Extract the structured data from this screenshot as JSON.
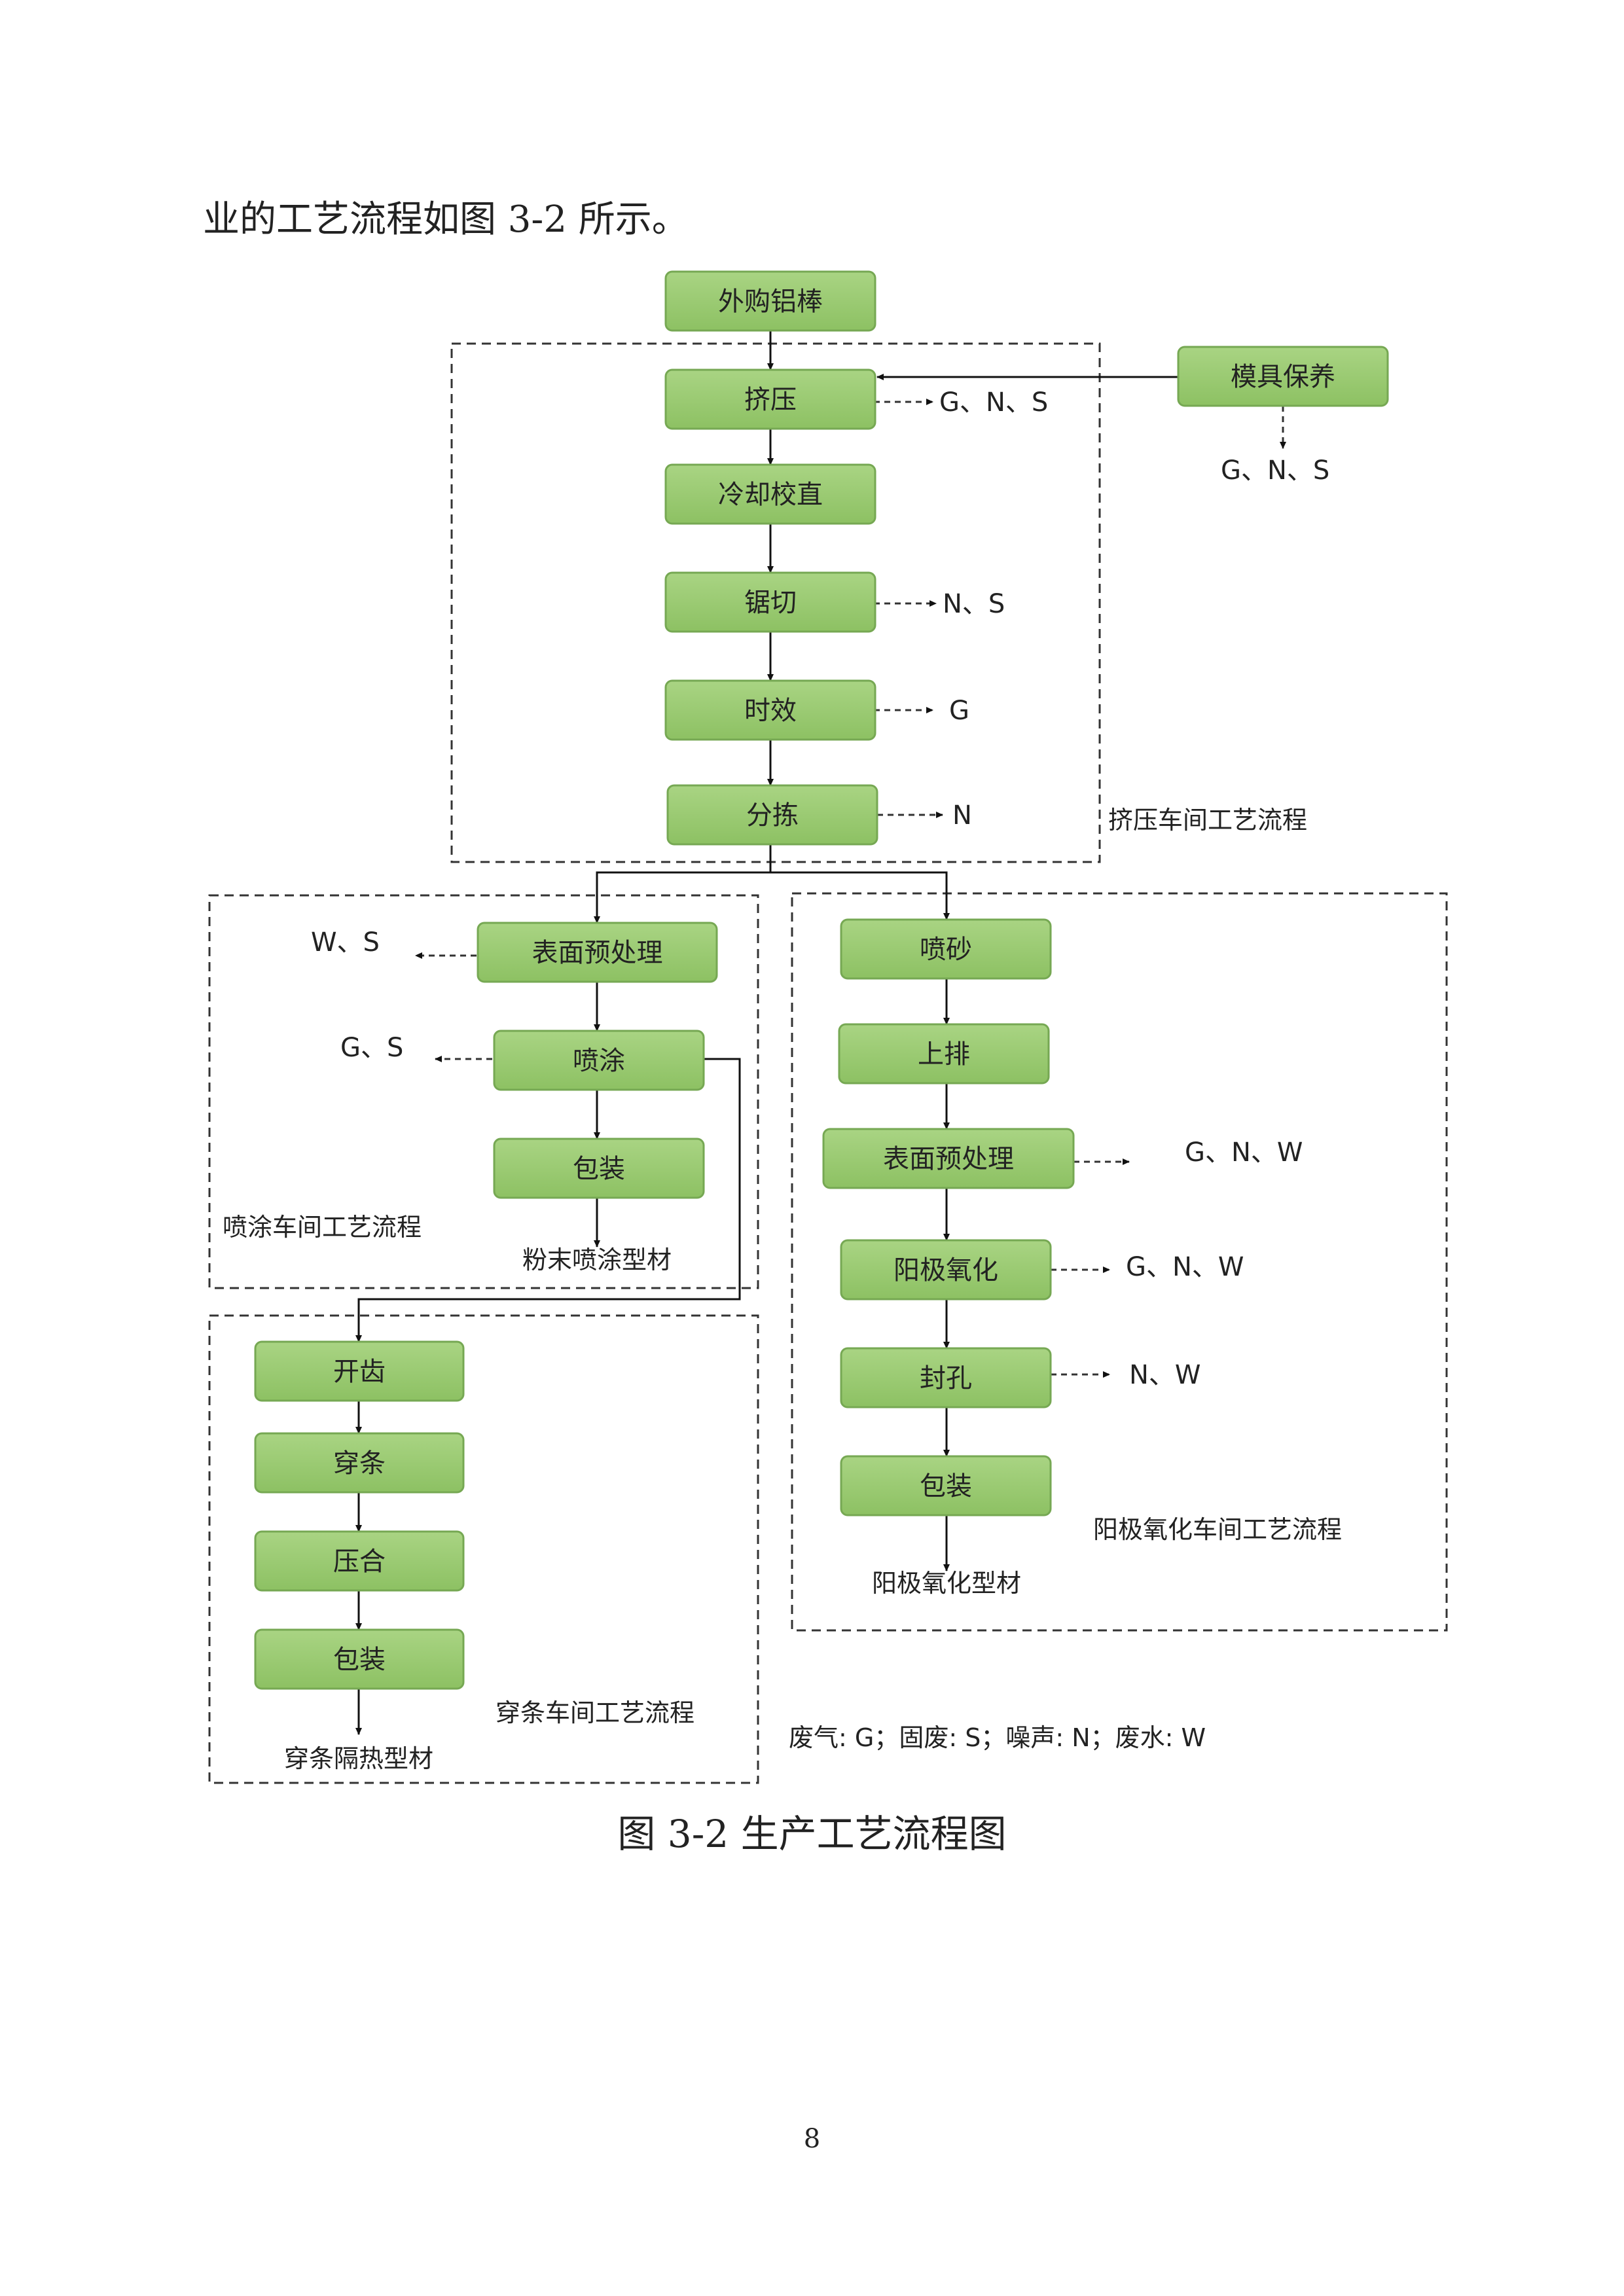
{
  "intro_text": "业的工艺流程如图 3-2 所示。",
  "caption": "图 3-2  生产工艺流程图",
  "page_number": "8",
  "colors": {
    "box_fill": "#9bcb73",
    "box_stroke": "#76a853",
    "line": "#111111",
    "dash": "#444444"
  },
  "nodes": {
    "n_purchase": "外购铝棒",
    "n_extrude": "挤压",
    "n_cool": "冷却校直",
    "n_saw": "锯切",
    "n_age": "时效",
    "n_sort": "分拣",
    "n_mold": "模具保养",
    "n_spray_pre": "表面预处理",
    "n_spray": "喷涂",
    "n_spray_pack": "包装",
    "n_tooth": "开齿",
    "n_thread": "穿条",
    "n_press": "压合",
    "n_bar_pack": "包装",
    "n_sand": "喷砂",
    "n_rack": "上排",
    "n_anod_pre": "表面预处理",
    "n_anodize": "阳极氧化",
    "n_seal": "封孔",
    "n_anod_pack": "包装"
  },
  "emissions": {
    "e_extrude": "G、N、S",
    "e_mold": "G、N、S",
    "e_saw": "N、S",
    "e_age": "G",
    "e_sort": "N",
    "e_spray_pre": "W、S",
    "e_spray": "G、S",
    "e_anod_pre": "G、N、W",
    "e_anodize": "G、N、W",
    "e_seal": "N、W"
  },
  "labels": {
    "l_extrusion_ws": "挤压车间工艺流程",
    "l_spray_ws": "喷涂车间工艺流程",
    "l_bar_ws": "穿条车间工艺流程",
    "l_anod_ws": "阳极氧化车间工艺流程",
    "l_spray_product": "粉末喷涂型材",
    "l_bar_product": "穿条隔热型材",
    "l_anod_product": "阳极氧化型材",
    "l_legend": "废气: G；固废: S；噪声: N；废水: W"
  }
}
